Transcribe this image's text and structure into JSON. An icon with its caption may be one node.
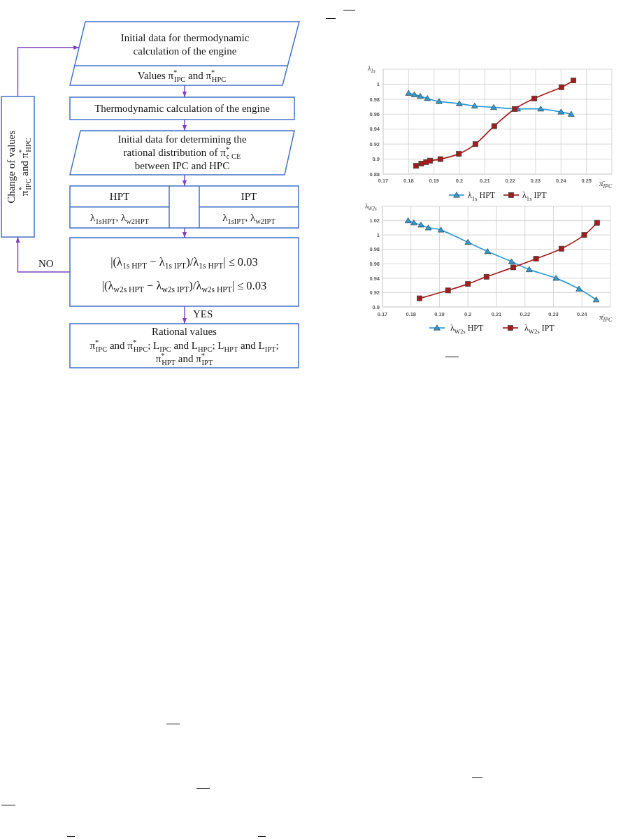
{
  "diagram": {
    "nodes": [
      {
        "text": [
          "Initial data for thermodynamic calculation of the engine",
          "Values π$^{*}$$_{IPC}$ and π$^{*}$$_{HPC}$"
        ]
      },
      {
        "text": [
          "Thermodynamic calculation of the engine"
        ]
      },
      {
        "text": [
          "Initial data for determining the rational distribution of π$^{*}$$_{c CE}$ between IPC and HPC"
        ]
      },
      {
        "text": [
          "HPT",
          "λ$_{1sHPT}$, λ$_{w2HPT}$",
          "IPT",
          "λ$_{1sIPT}$, λ$_{w2IPT}$"
        ]
      },
      {
        "text": [
          "|(λ$_{1s HPT}$ − λ$_{1s IPT}$)/λ$_{1s HPT}$| ≤ 0.03",
          "|(λ$_{w2s HPT}$ − λ$_{w2s IPT}$)/λ$_{w2s HPT}$| ≤ 0.03"
        ]
      },
      {
        "text": [
          "Rational values",
          "π$^{*}$$_{IPC}$ and π$^{*}$$_{HPC}$; L$_{IPC}$ and L$_{HPC}$; L$_{HPT}$ and L$_{IPT}$; π$^{*}$$_{HPT}$ and π$^{*}$$_{IPT}$"
        ]
      },
      {
        "text": [
          "Change of values π$^{*}$$_{IPC}$ and π$^{*}$$_{HPC}$"
        ]
      }
    ],
    "edges": [
      {
        "from": 0,
        "to": 1,
        "arrow": "to"
      },
      {
        "from": 1,
        "to": 2,
        "arrow": "to"
      },
      {
        "from": 2,
        "to": 3,
        "arrow": "to"
      },
      {
        "from": 3,
        "to": 4,
        "arrow": "to"
      },
      {
        "from": 4,
        "to": 5,
        "arrow": "to",
        "label": "YES"
      },
      {
        "from": 4,
        "to": 6,
        "arrow": "to",
        "label": "NO"
      },
      {
        "from": 6,
        "to": 0,
        "arrow": "to"
      }
    ],
    "chart_data": [
      {
        "type": "line",
        "xlabel": "π̄$_{IPC}$",
        "ylabel": "λ$_{1s}$",
        "xlim": [
          0.17,
          0.26
        ],
        "ylim": [
          0.88,
          1.02
        ],
        "xticks": [
          0.17,
          0.18,
          0.19,
          0.2,
          0.21,
          0.22,
          0.23,
          0.24,
          0.25
        ],
        "yticks": [
          0.88,
          0.9,
          0.92,
          0.94,
          0.96,
          0.98,
          1
        ],
        "grid": true,
        "legend": "bottom",
        "series": [
          {
            "name": "λ$_{1s}$ HPT",
            "color": "#2e9bd6",
            "marker": "triangle",
            "x": [
              0.18,
              0.1823,
              0.1846,
              0.1874,
              0.192,
              0.2,
              0.206,
              0.2135,
              0.2229,
              0.232,
              0.24,
              0.244
            ],
            "values": [
              0.988,
              0.986,
              0.984,
              0.981,
              0.977,
              0.974,
              0.971,
              0.969,
              0.967,
              0.967,
              0.963,
              0.96
            ]
          },
          {
            "name": "λ$_{1s}$ IPT",
            "color": "#a51c1c",
            "marker": "square",
            "x": [
              0.1829,
              0.185,
              0.1869,
              0.1885,
              0.1925,
              0.1998,
              0.2063,
              0.2137,
              0.2218,
              0.2295,
              0.2402,
              0.2449
            ],
            "values": [
              0.891,
              0.894,
              0.896,
              0.898,
              0.9,
              0.907,
              0.92,
              0.944,
              0.967,
              0.981,
              0.996,
              1.005
            ]
          }
        ]
      },
      {
        "type": "line",
        "xlabel": "π̄$_{IPC}$",
        "ylabel": "λ$_{W2s}$",
        "xlim": [
          0.17,
          0.25
        ],
        "ylim": [
          0.9,
          1.04
        ],
        "xticks": [
          0.17,
          0.18,
          0.19,
          0.2,
          0.21,
          0.22,
          0.23,
          0.24
        ],
        "yticks": [
          0.9,
          0.92,
          0.94,
          0.96,
          0.98,
          1,
          1.02
        ],
        "grid": true,
        "legend": "bottom",
        "series": [
          {
            "name": "λ$_{W2s}$ HPT",
            "color": "#2e9bd6",
            "marker": "triangle",
            "x": [
              0.179,
              0.181,
              0.1835,
              0.1861,
              0.1905,
              0.2,
              0.2069,
              0.2153,
              0.2215,
              0.2309,
              0.239,
              0.245
            ],
            "values": [
              1.02,
              1.017,
              1.014,
              1.01,
              1.007,
              0.99,
              0.977,
              0.963,
              0.952,
              0.94,
              0.925,
              0.91
            ]
          },
          {
            "name": "λ$_{W2s}$ IPT",
            "color": "#a51c1c",
            "marker": "square",
            "x": [
              0.183,
              0.193,
              0.2,
              0.2065,
              0.2159,
              0.2239,
              0.2328,
              0.2408,
              0.2453
            ],
            "values": [
              0.912,
              0.923,
              0.932,
              0.942,
              0.955,
              0.967,
              0.981,
              1,
              1.017
            ]
          }
        ]
      }
    ]
  }
}
